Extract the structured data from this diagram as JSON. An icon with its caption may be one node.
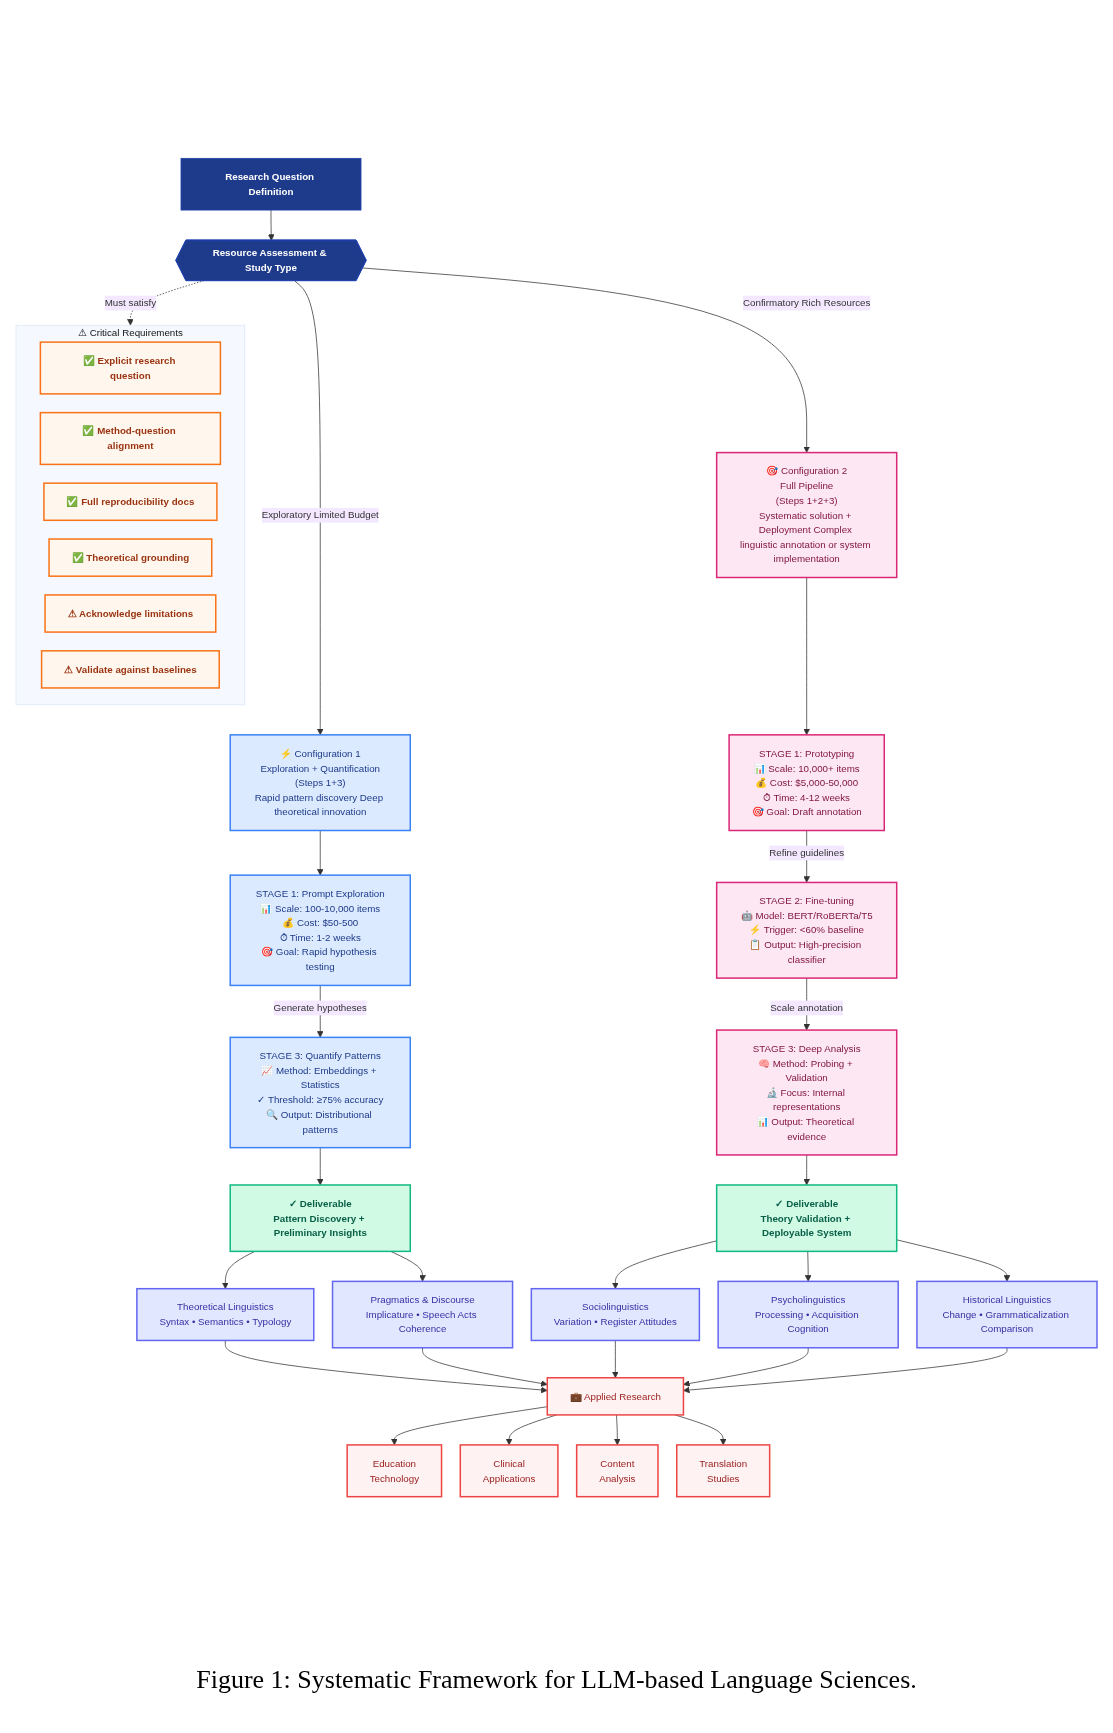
{
  "diagram": {
    "caption": "Figure 1: Systematic Framework for LLM-based Language Sciences.",
    "nodes": [
      {
        "text": [
          "Research Question Definition"
        ]
      },
      {
        "text": [
          "Resource Assessment & Study Type"
        ]
      },
      {
        "text": [
          "⚠ Critical Requirements"
        ]
      },
      {
        "text": [
          "✅ Explicit research question"
        ],
        "in": 2
      },
      {
        "text": [
          "✅ Method-question alignment"
        ],
        "in": 2
      },
      {
        "text": [
          "✅ Full reproducibility docs"
        ],
        "in": 2
      },
      {
        "text": [
          "✅ Theoretical grounding"
        ],
        "in": 2
      },
      {
        "text": [
          "⚠ Acknowledge limitations"
        ],
        "in": 2
      },
      {
        "text": [
          "⚠ Validate against baselines"
        ],
        "in": 2
      },
      {
        "text": [
          "⚡ Configuration 1",
          "Exploration + Quantification",
          "(Steps 1+3)",
          "Rapid pattern discovery Deep theoretical innovation"
        ]
      },
      {
        "text": [
          "STAGE 1: Prompt Exploration",
          "📊 Scale: 100-10,000 items",
          "💰 Cost: $50-500",
          "⏱ Time: 1-2 weeks",
          "🎯 Goal: Rapid hypothesis testing"
        ]
      },
      {
        "text": [
          "STAGE 3: Quantify Patterns",
          "📈 Method: Embeddings + Statistics",
          "✓ Threshold: ≥75% accuracy",
          "🔍 Output: Distributional patterns"
        ]
      },
      {
        "text": [
          "✓ Deliverable",
          "Pattern Discovery + Preliminary Insights"
        ]
      },
      {
        "text": [
          "🎯 Configuration 2",
          "Full Pipeline",
          "(Steps 1+2+3)",
          "Systematic solution + Deployment Complex linguistic annotation or system implementation"
        ]
      },
      {
        "text": [
          "STAGE 1: Prototyping",
          "📊 Scale: 10,000+ items",
          "💰 Cost: $5,000-50,000",
          "⏱ Time: 4-12 weeks",
          "🎯 Goal: Draft annotation"
        ]
      },
      {
        "text": [
          "STAGE 2: Fine-tuning",
          "🤖 Model: BERT/RoBERTa/T5",
          "⚡ Trigger: <60% baseline",
          "📋 Output: High-precision classifier"
        ]
      },
      {
        "text": [
          "STAGE 3: Deep Analysis",
          "🧠 Method: Probing + Validation",
          "🔬 Focus: Internal representations",
          "📊 Output: Theoretical evidence"
        ]
      },
      {
        "text": [
          "✓ Deliverable",
          "Theory Validation + Deployable System"
        ]
      },
      {
        "text": [
          "Theoretical Linguistics",
          "Syntax • Semantics • Typology"
        ]
      },
      {
        "text": [
          "Pragmatics & Discourse",
          "Implicature • Speech Acts Coherence"
        ]
      },
      {
        "text": [
          "Sociolinguistics",
          "Variation • Register Attitudes"
        ]
      },
      {
        "text": [
          "Psycholinguistics",
          "Processing • Acquisition Cognition"
        ]
      },
      {
        "text": [
          "Historical Linguistics",
          "Change • Grammaticalization Comparison"
        ]
      },
      {
        "text": [
          "💼 Applied Research"
        ]
      },
      {
        "text": [
          "Education",
          "Technology"
        ]
      },
      {
        "text": [
          "Clinical",
          "Applications"
        ]
      },
      {
        "text": [
          "Content",
          "Analysis"
        ]
      },
      {
        "text": [
          "Translation",
          "Studies"
        ]
      }
    ],
    "edges": [
      {
        "from": 0,
        "to": 1,
        "arrow": "to"
      },
      {
        "from": 1,
        "to": 2,
        "arrow": "to",
        "label": "Must satisfy",
        "style": "dashed"
      },
      {
        "from": 1,
        "to": 9,
        "arrow": "to",
        "label": "Exploratory Limited Budget"
      },
      {
        "from": 1,
        "to": 13,
        "arrow": "to",
        "label": "Confirmatory Rich Resources"
      },
      {
        "from": 9,
        "to": 10,
        "arrow": "to"
      },
      {
        "from": 10,
        "to": 11,
        "arrow": "to",
        "label": "Generate hypotheses"
      },
      {
        "from": 11,
        "to": 12,
        "arrow": "to"
      },
      {
        "from": 13,
        "to": 14,
        "arrow": "to"
      },
      {
        "from": 14,
        "to": 15,
        "arrow": "to",
        "label": "Refine guidelines"
      },
      {
        "from": 15,
        "to": 16,
        "arrow": "to",
        "label": "Scale annotation"
      },
      {
        "from": 16,
        "to": 17,
        "arrow": "to"
      },
      {
        "from": 12,
        "to": 18,
        "arrow": "to"
      },
      {
        "from": 12,
        "to": 19,
        "arrow": "to"
      },
      {
        "from": 17,
        "to": 20,
        "arrow": "to"
      },
      {
        "from": 17,
        "to": 21,
        "arrow": "to"
      },
      {
        "from": 17,
        "to": 22,
        "arrow": "to"
      },
      {
        "from": 18,
        "to": 23,
        "arrow": "to"
      },
      {
        "from": 19,
        "to": 23,
        "arrow": "to"
      },
      {
        "from": 20,
        "to": 23,
        "arrow": "to"
      },
      {
        "from": 21,
        "to": 23,
        "arrow": "to"
      },
      {
        "from": 22,
        "to": 23,
        "arrow": "to"
      },
      {
        "from": 23,
        "to": 24,
        "arrow": "to"
      },
      {
        "from": 23,
        "to": 25,
        "arrow": "to"
      },
      {
        "from": 23,
        "to": 26,
        "arrow": "to"
      },
      {
        "from": 23,
        "to": 27,
        "arrow": "to"
      }
    ]
  }
}
